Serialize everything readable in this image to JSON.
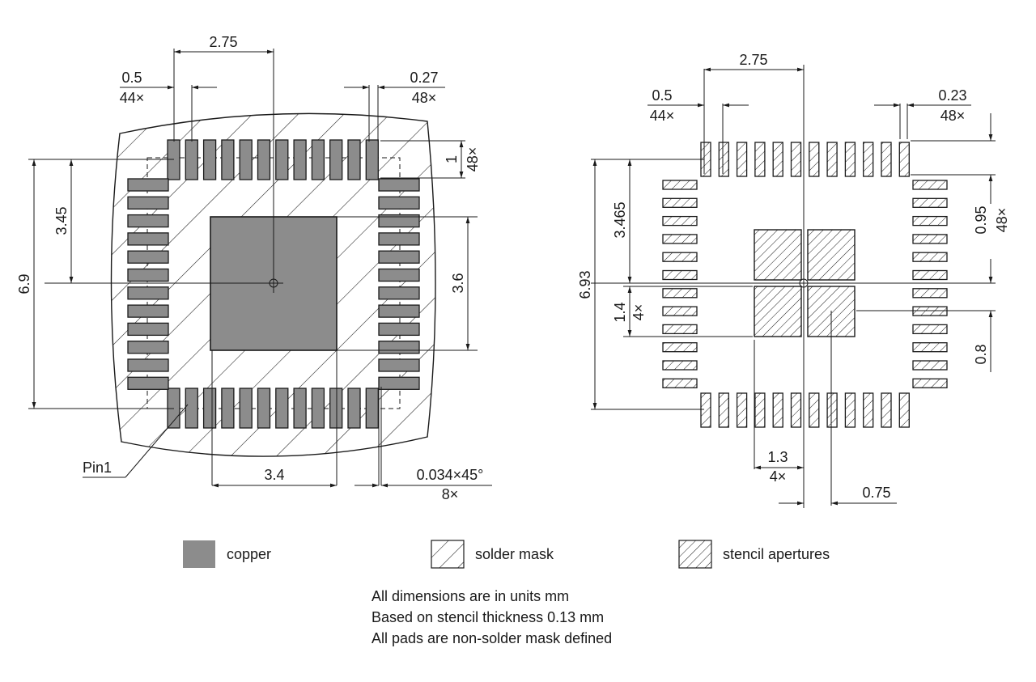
{
  "land_pattern": {
    "dims": {
      "pitch_span": "2.75",
      "pitch": "0.5",
      "pitch_count": "44×",
      "pad_width": "0.27",
      "pad_count": "48×",
      "pad_length": "1",
      "pad_length_count": "48×",
      "half_span": "3.45",
      "total_span": "6.9",
      "copper_h": "3.6",
      "copper_w": "3.4",
      "chamfer": "0.034×45°",
      "chamfer_count": "8×",
      "pin1": "Pin1"
    }
  },
  "stencil": {
    "dims": {
      "pitch_span": "2.75",
      "pitch": "0.5",
      "pitch_count": "44×",
      "aperture_width": "0.23",
      "aperture_count": "48×",
      "half_span": "3.465",
      "total_span": "6.93",
      "aperture_length": "0.95",
      "aperture_length_count": "48×",
      "center_h": "1.4",
      "center_h_count": "4×",
      "center_gap": "0.8",
      "center_w": "1.3",
      "center_w_count": "4×",
      "center_offset": "0.75"
    }
  },
  "legend": {
    "copper": "copper",
    "solder_mask": "solder mask",
    "stencil": "stencil apertures"
  },
  "notes": [
    "All dimensions are in units mm",
    "Based on stencil thickness 0.13 mm",
    "All pads are non-solder mask defined"
  ],
  "colors": {
    "copper": "#8c8c8c",
    "line": "#1a1a1a"
  }
}
